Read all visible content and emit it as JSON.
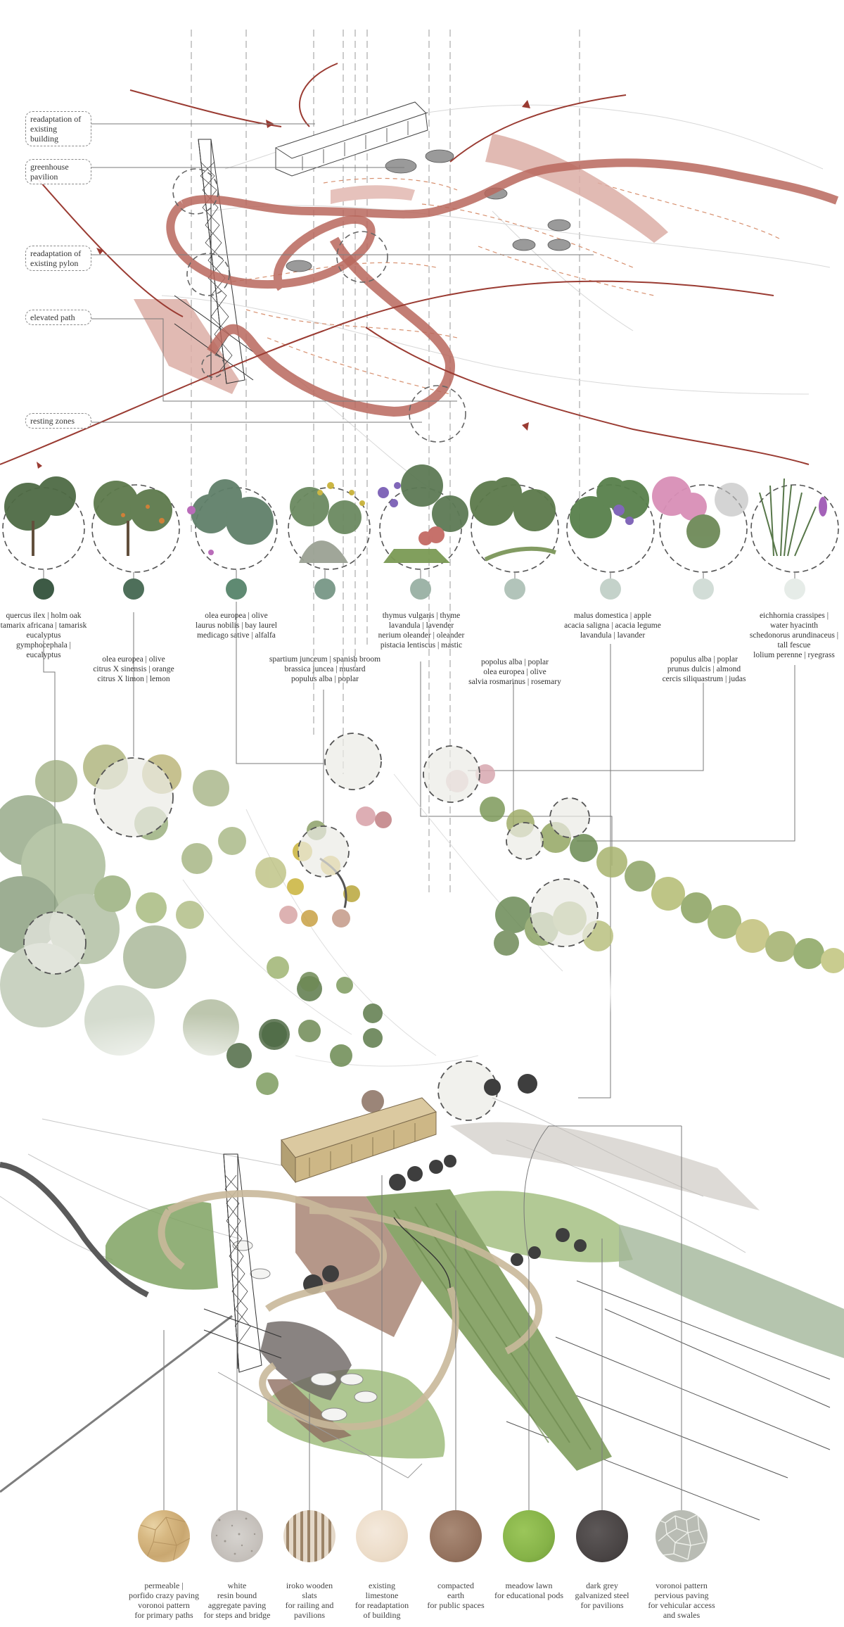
{
  "top_annotations": [
    "readaptation of existing building",
    "greenhouse pavilion",
    "readaptation of existing pylon",
    "elevated path",
    "resting zones"
  ],
  "plant_groups": [
    {
      "text": "quercus ilex | holm oak\ntamarix africana | tamarisk\neucalyptus gymphocephala |\neucalyptus",
      "color": "#3d5a45"
    },
    {
      "text": "olea europea | olive\ncitrus X sinensis | orange\ncitrus X limon | lemon",
      "color": "#4e6f5a"
    },
    {
      "text": "olea europea | olive\nlaurus nobilis | bay laurel\nmedicago sative | alfalfa",
      "color": "#5f8a72"
    },
    {
      "text": "spartium junceum | spanish broom\nbrassica juncea | mustard\npopulus alba | poplar",
      "color": "#7e9c8c"
    },
    {
      "text": "thymus vulgaris | thyme\nlavandula | lavender\nnerium oleander | oleander\npistacia lentiscus | mastic",
      "color": "#9eb4a8"
    },
    {
      "text": "popolus alba | poplar\nolea europea | olive\nsalvia rosmarinus | rosemary",
      "color": "#b2c4ba"
    },
    {
      "text": "malus domestica | apple\nacacia saligna | acacia legume\nlavandula | lavander",
      "color": "#c4d2ca"
    },
    {
      "text": "populus alba | poplar\nprunus dulcis | almond\ncercis siliquastrum | judas",
      "color": "#d2ddd7"
    },
    {
      "text": "eichhornia crassipes |\nwater hyacinth\nschedonorus arundinaceus |\ntall fescue\nlolium perenne | ryegrass",
      "color": "#e6ece8"
    }
  ],
  "materials": [
    {
      "text": "permeable |\nporfido crazy paving\nvoronoi pattern\nfor primary paths",
      "icon": "crazy-paving-swatch"
    },
    {
      "text": "white\nresin bound\naggregate paving\nfor steps and bridge",
      "icon": "resin-aggregate-swatch"
    },
    {
      "text": "iroko wooden\nslats\nfor railing and\npavilions",
      "icon": "wood-slats-swatch"
    },
    {
      "text": "existing\nlimestone\nfor readaptation\nof building",
      "icon": "limestone-swatch"
    },
    {
      "text": "compacted\nearth\nfor public spaces",
      "icon": "earth-swatch"
    },
    {
      "text": "meadow lawn\nfor educational pods",
      "icon": "lawn-swatch"
    },
    {
      "text": "dark grey\ngalvanized steel\nfor pavilions",
      "icon": "steel-swatch"
    },
    {
      "text": "voronoi pattern\npervious paving\nfor vehicular access\nand swales",
      "icon": "voronoi-swatch"
    }
  ],
  "colors": {
    "path_red": "#9a3b32",
    "path_fill": "#c48a80",
    "leader": "#7a7a7a",
    "foliage_dark": "#4f6b45",
    "foliage_light": "#9db07a"
  }
}
